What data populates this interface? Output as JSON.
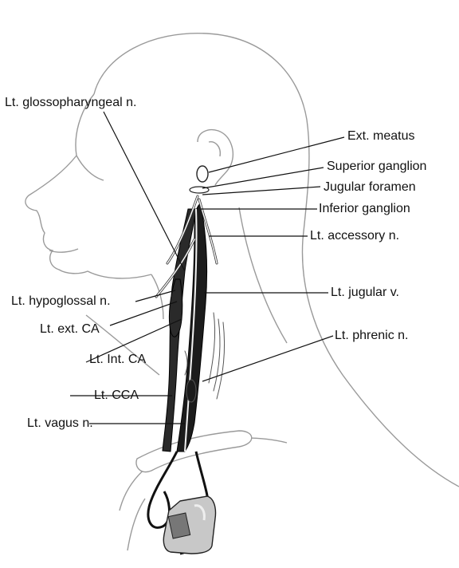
{
  "labels": {
    "glossopharyngeal": "Lt. glossopharyngeal n.",
    "ext_meatus": "Ext. meatus",
    "superior_ganglion": "Superior ganglion",
    "jugular_foramen": "Jugular foramen",
    "inferior_ganglion": "Inferior ganglion",
    "accessory": "Lt. accessory n.",
    "hypoglossal": "Lt. hypoglossal n.",
    "jugular_v": "Lt. jugular v.",
    "ext_ca": "Lt. ext. CA",
    "phrenic": "Lt. phrenic n.",
    "int_ca": "Lt. Int. CA",
    "cca": "Lt. CCA",
    "vagus": "Lt. vagus n."
  },
  "colors": {
    "outline": "#9a9a9a",
    "vessel": "#1c1c1c",
    "leader": "#111111",
    "device": "#c8c8c8"
  }
}
